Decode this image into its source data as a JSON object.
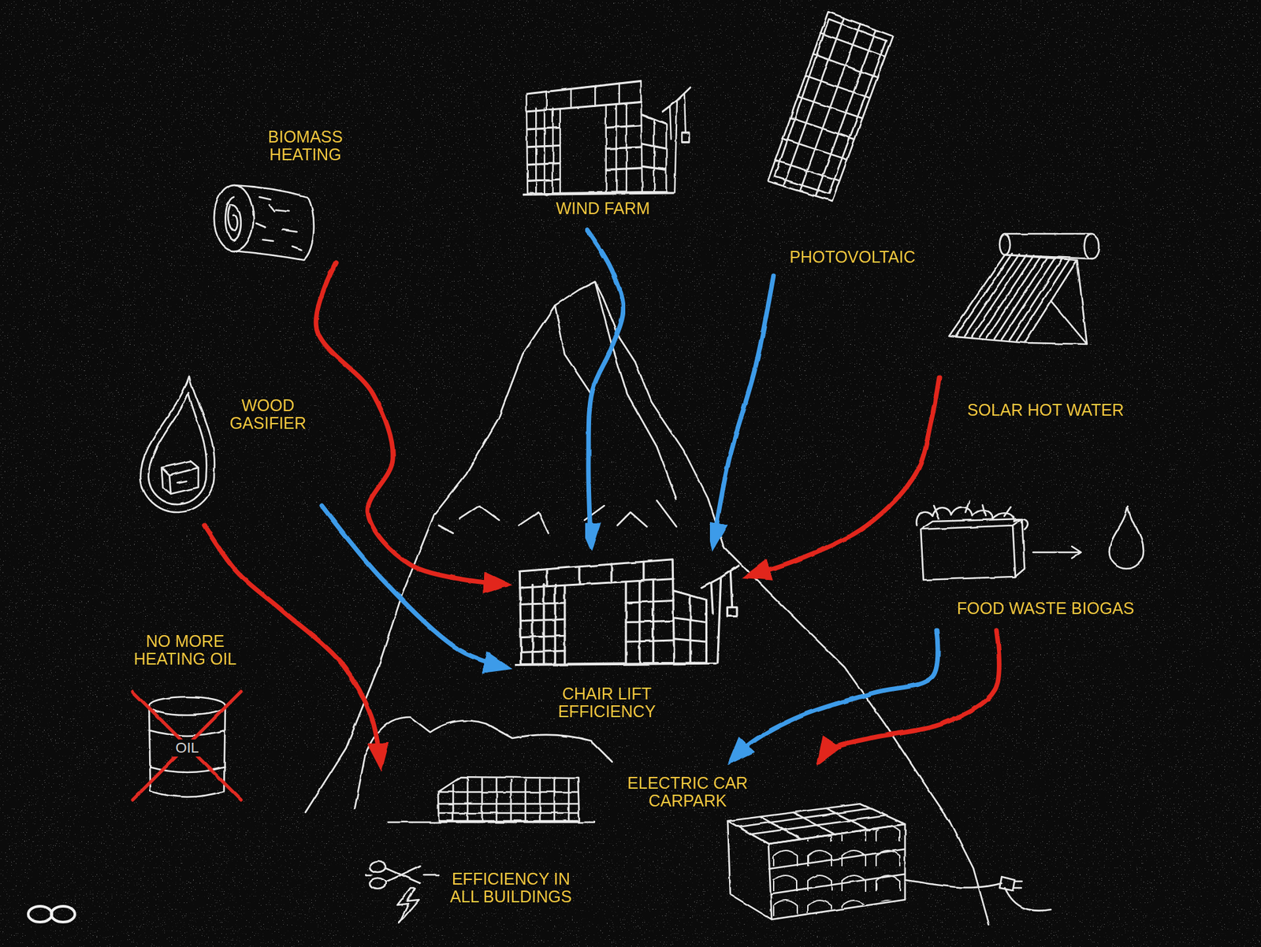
{
  "diagram": {
    "nodes": [
      {
        "text": [
          "BIOMASS HEATING"
        ]
      },
      {
        "text": [
          "WIND FARM"
        ]
      },
      {
        "text": [
          "PHOTOVOLTAIC"
        ]
      },
      {
        "text": [
          "SOLAR HOT WATER"
        ]
      },
      {
        "text": [
          "WOOD GASIFIER"
        ]
      },
      {
        "text": [
          "FOOD WASTE BIOGAS"
        ]
      },
      {
        "text": [
          "NO MORE HEATING OIL"
        ]
      },
      {
        "text": [
          "CHAIR LIFT EFFICIENCY"
        ]
      },
      {
        "text": [
          "ELECTRIC CAR CARPARK"
        ]
      },
      {
        "text": [
          "EFFICIENCY IN ALL BUILDINGS"
        ]
      }
    ],
    "edges": [
      {
        "from": 1,
        "to": 7,
        "arrow": "to"
      },
      {
        "from": 2,
        "to": 7,
        "arrow": "to"
      },
      {
        "from": 3,
        "to": 7,
        "arrow": "to"
      },
      {
        "from": 0,
        "to": 7,
        "arrow": "to"
      },
      {
        "from": 4,
        "to": 7,
        "arrow": "to"
      },
      {
        "from": 4,
        "to": 9,
        "arrow": "to"
      },
      {
        "from": 5,
        "to": 8,
        "arrow": "to"
      },
      {
        "from": 5,
        "to": 8,
        "arrow": "to"
      }
    ],
    "labels": [
      "OIL"
    ]
  }
}
